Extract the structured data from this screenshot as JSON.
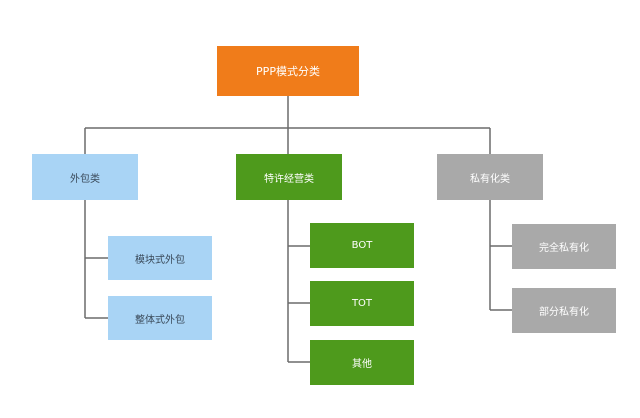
{
  "diagram": {
    "root": {
      "label": "PPP模式分类"
    },
    "categories": [
      {
        "label": "外包类",
        "children": [
          "模块式外包",
          "整体式外包"
        ]
      },
      {
        "label": "特许经营类",
        "children": [
          "BOT",
          "TOT",
          "其他"
        ]
      },
      {
        "label": "私有化类",
        "children": [
          "完全私有化",
          "部分私有化"
        ]
      }
    ]
  },
  "colors": {
    "root": "#f07c1a",
    "outsourcing": "#a9d4f5",
    "concession": "#4e9a1c",
    "privatization": "#a9a9a9",
    "connector": "#6b6b6b"
  }
}
